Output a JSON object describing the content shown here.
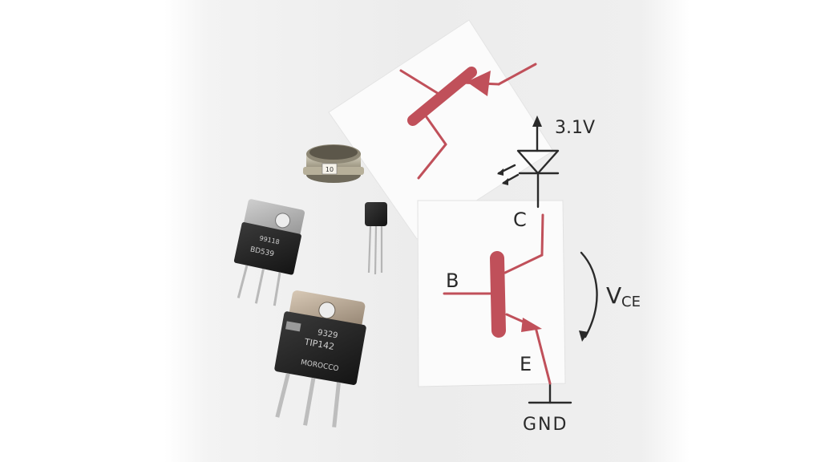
{
  "photo": {
    "background_color": "#ececec",
    "card_color": "#fbfbfb",
    "ink_color": "#2a2a2a",
    "symbol_color": "#c0505a"
  },
  "schematic": {
    "supply_label": "3.1V",
    "collector_label": "C",
    "base_label": "B",
    "emitter_label": "E",
    "vce_label_main": "V",
    "vce_label_sub": "CE",
    "ground_label": "GND"
  },
  "components": {
    "to220_marking_line1": "99118",
    "to220_marking_line2": "BD539",
    "to218_marking_line1": "9329",
    "to218_marking_line2": "TIP142",
    "to218_marking_line3": "MOROCCO",
    "to39_marking": "10"
  }
}
